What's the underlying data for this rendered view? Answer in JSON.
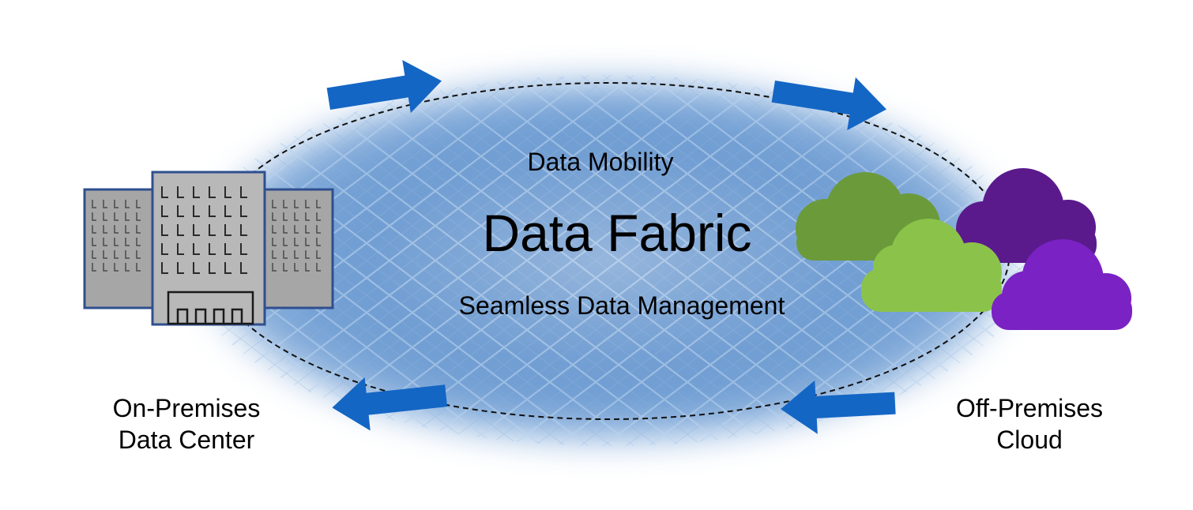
{
  "center": {
    "subtitle_top": "Data Mobility",
    "title": "Data Fabric",
    "subtitle_bottom": "Seamless Data Management"
  },
  "on_premises": {
    "label_line1": "On-Premises",
    "label_line2": "Data Center"
  },
  "off_premises": {
    "label_line1": "Off-Premises",
    "label_line2": "Cloud"
  },
  "colors": {
    "arrow": "#1466c4",
    "fabric": "#5b8dc8",
    "cloud_dark_green": "#6b9a3a",
    "cloud_light_green": "#8bc34a",
    "cloud_dark_purple": "#5a1a8c",
    "cloud_purple": "#7a22c4",
    "building_gray": "#a6a6a6",
    "building_outline": "#2f4f8f"
  },
  "icons": [
    "data-center-building-icon",
    "cloud-cluster-icon",
    "arrow-right-icon",
    "arrow-left-icon"
  ]
}
